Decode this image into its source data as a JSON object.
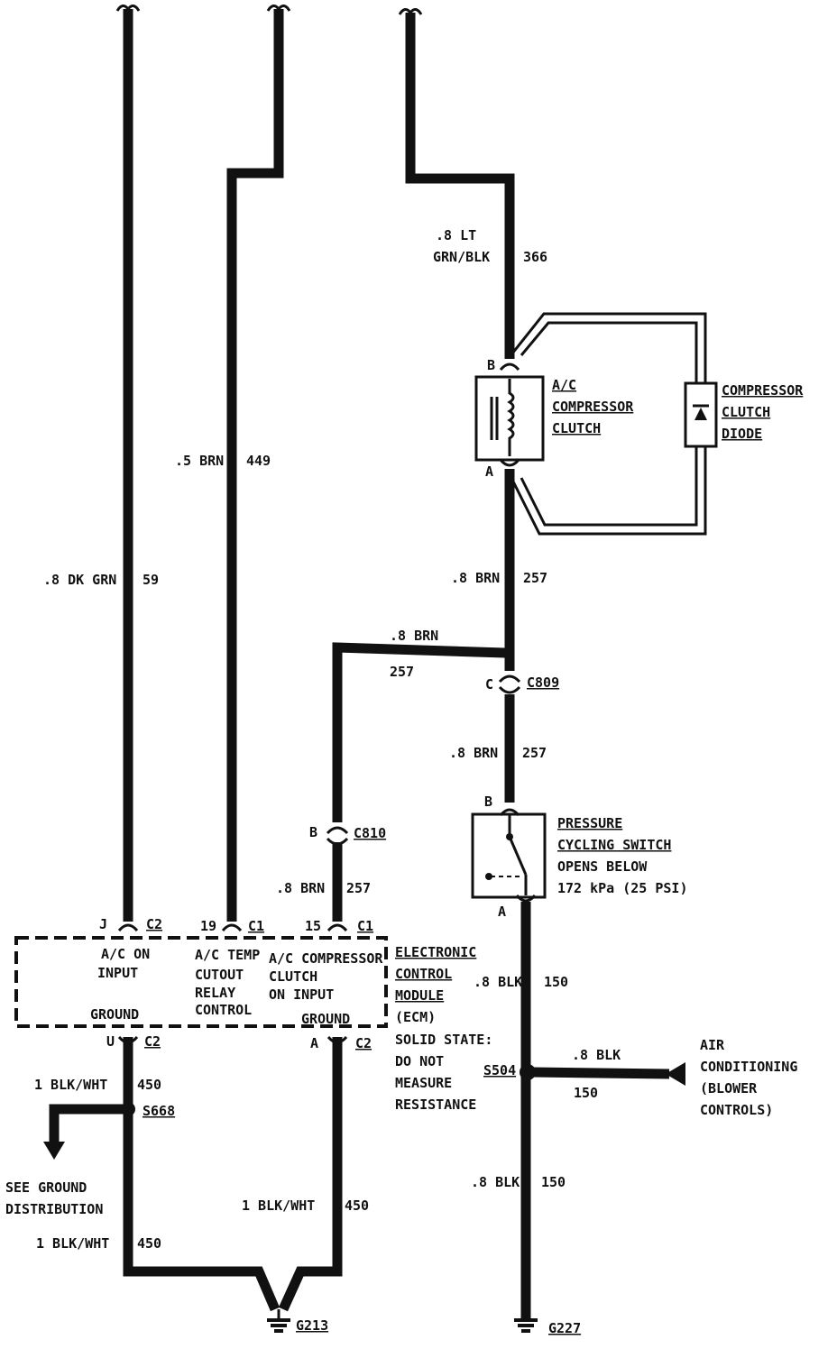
{
  "wires": {
    "w59": {
      "gauge_color": ".8 DK GRN",
      "circuit": "59"
    },
    "w449": {
      "gauge_color": ".5 BRN",
      "circuit": "449"
    },
    "w366": {
      "gauge_color_line1": ".8 LT",
      "gauge_color_line2": "GRN/BLK",
      "circuit": "366"
    },
    "w257_top": {
      "gauge_color": ".8 BRN",
      "circuit": "257"
    },
    "w257_branch": {
      "gauge_color": ".8 BRN",
      "circuit": "257"
    },
    "w257_mid": {
      "gauge_color": ".8 BRN",
      "circuit": "257"
    },
    "w257_ecm": {
      "gauge_color": ".8 BRN",
      "circuit": "257"
    },
    "w150_a": {
      "gauge_color": ".8 BLK",
      "circuit": "150"
    },
    "w150_blower": {
      "gauge_color": ".8 BLK",
      "circuit": "150"
    },
    "w150_b": {
      "gauge_color": ".8 BLK",
      "circuit": "150"
    },
    "w450_a": {
      "gauge_color": "1 BLK/WHT",
      "circuit": "450"
    },
    "w450_b": {
      "gauge_color": "1 BLK/WHT",
      "circuit": "450"
    },
    "w450_c": {
      "gauge_color": "1 BLK/WHT",
      "circuit": "450"
    }
  },
  "clutch": {
    "pin_b": "B",
    "pin_a": "A",
    "label": [
      "A/C",
      "COMPRESSOR",
      "CLUTCH"
    ]
  },
  "diode": {
    "label": [
      "COMPRESSOR",
      "CLUTCH",
      "DIODE"
    ]
  },
  "connectors": {
    "c809": {
      "pin": "C",
      "name": "C809"
    },
    "c810": {
      "pin": "B",
      "name": "C810"
    }
  },
  "switch": {
    "pin_b": "B",
    "pin_a": "A",
    "label": [
      "PRESSURE",
      "CYCLING SWITCH"
    ],
    "spec": [
      "OPENS BELOW",
      "172 kPa (25 PSI)"
    ]
  },
  "ecm": {
    "top_pins": [
      {
        "pin": "J",
        "conn": "C2"
      },
      {
        "pin": "19",
        "conn": "C1"
      },
      {
        "pin": "15",
        "conn": "C1"
      }
    ],
    "bottom_pins": [
      {
        "pin": "U",
        "conn": "C2"
      },
      {
        "pin": "A",
        "conn": "C2"
      }
    ],
    "functions": {
      "ac_on": [
        "A/C ON",
        "INPUT"
      ],
      "temp_cutout": [
        "A/C TEMP",
        "CUTOUT",
        "RELAY",
        "CONTROL"
      ],
      "comp_clutch": [
        "A/C COMPRESSOR",
        "CLUTCH",
        "ON INPUT"
      ],
      "ground_left": "GROUND",
      "ground_right": "GROUND"
    },
    "title": [
      "ELECTRONIC",
      "CONTROL",
      "MODULE"
    ],
    "abbr": "(ECM)",
    "note": [
      "SOLID STATE:",
      "DO NOT",
      "MEASURE",
      "RESISTANCE"
    ]
  },
  "splices": {
    "s504": "S504",
    "s668": "S668"
  },
  "grounds": {
    "g213": "G213",
    "g227": "G227"
  },
  "see_ground": [
    "SEE GROUND",
    "DISTRIBUTION"
  ],
  "air_conditioning": [
    "AIR",
    "CONDITIONING",
    "(BLOWER",
    "CONTROLS)"
  ]
}
